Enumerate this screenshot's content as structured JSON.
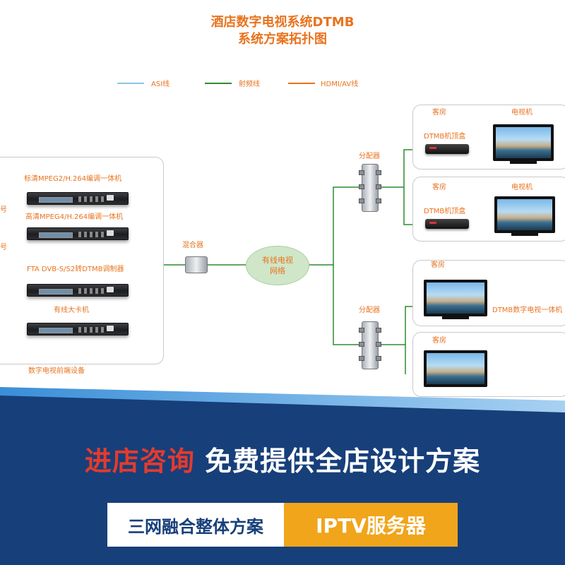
{
  "diagram": {
    "title_line1": "酒店数字电视系统DTMB",
    "title_line2": "系统方案拓扑图",
    "legend": [
      {
        "label": "ASI线",
        "color": "#8cc4e8"
      },
      {
        "label": "射频线",
        "color": "#2e8b2e"
      },
      {
        "label": "HDMI/AV线",
        "color": "#e8731e"
      }
    ],
    "head_end": {
      "label": "数字电视前端设备",
      "devices": [
        {
          "label": "标清MPEG2/H.264编调一体机"
        },
        {
          "label": "高清MPEG4/H.264编调一体机"
        },
        {
          "label": "FTA DVB-S/S2转DTMB调制器"
        },
        {
          "label": "有线大卡机"
        }
      ],
      "cut_labels": [
        "号",
        "号"
      ]
    },
    "mixer_label": "混合器",
    "network_line1": "有线电视",
    "network_line2": "网络",
    "splitter_label": "分配器",
    "rooms": [
      {
        "room": "客房",
        "tv": "电视机",
        "stb": "DTMB机顶盒"
      },
      {
        "room": "客房",
        "tv": "电视机",
        "stb": "DTMB机顶盒"
      },
      {
        "room": "客房",
        "tv": "DTMB数字电视一体机"
      },
      {
        "room": "客房"
      }
    ]
  },
  "banner": {
    "highlight": "进店咨询",
    "headline": "免费提供全店设计方案",
    "left_tag": "三网融合整体方案",
    "right_tag": "IPTV服务器"
  },
  "colors": {
    "accent_orange": "#e8731e",
    "rf_green": "#2e8b2e",
    "banner_blue": "#173f7a",
    "banner_red": "#e33b2e",
    "tag_orange": "#f0a51b"
  }
}
